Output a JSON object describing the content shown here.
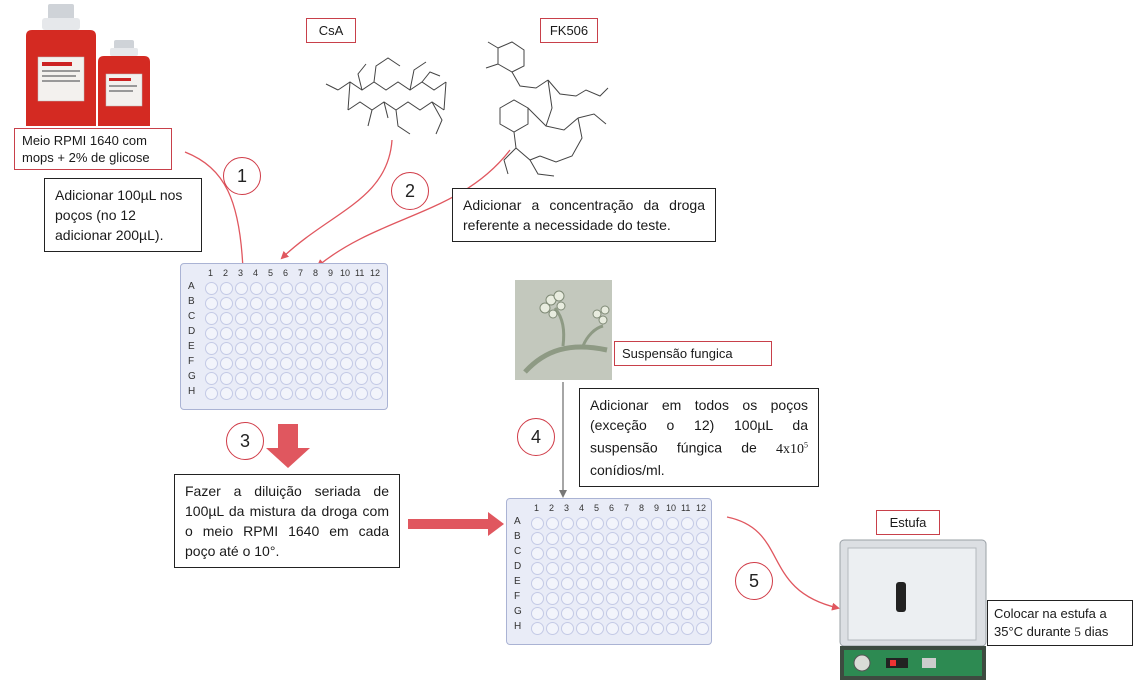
{
  "labels": {
    "rpmi": "Meio RPMI 1640 com mops + 2% de glicose",
    "csa": "CsA",
    "fk506": "FK506",
    "fungal_suspension": "Suspensão fungica",
    "incubator": "Estufa"
  },
  "steps": [
    "1",
    "2",
    "3",
    "4",
    "5"
  ],
  "instructions": {
    "step1": "Adicionar 100µL nos poços (no 12 adicionar 200µL).",
    "step2": "Adicionar a concentração da droga referente a necessidade do teste.",
    "step3": "Fazer a diluição seriada de 100µL da mistura da droga com o meio RPMI 1640 em cada poço até o 10°.",
    "step4_text": "Adicionar em todos os poços (exceção o 12) 100µL da suspensão fúngica de",
    "step4_conc": "4x10",
    "step4_exp": "5",
    "step4_unit": "conídios/ml.",
    "step5": "Colocar na estufa a 35°C durante",
    "step5_days_num": "5",
    "step5_days": "dias"
  },
  "plate": {
    "columns": [
      "1",
      "2",
      "3",
      "4",
      "5",
      "6",
      "7",
      "8",
      "9",
      "10",
      "11",
      "12"
    ],
    "rows": [
      "A",
      "B",
      "C",
      "D",
      "E",
      "F",
      "G",
      "H"
    ]
  },
  "colors": {
    "arrow": "#e0575f",
    "label_border": "#c8404a",
    "plate_bg": "#e9ecf7"
  }
}
